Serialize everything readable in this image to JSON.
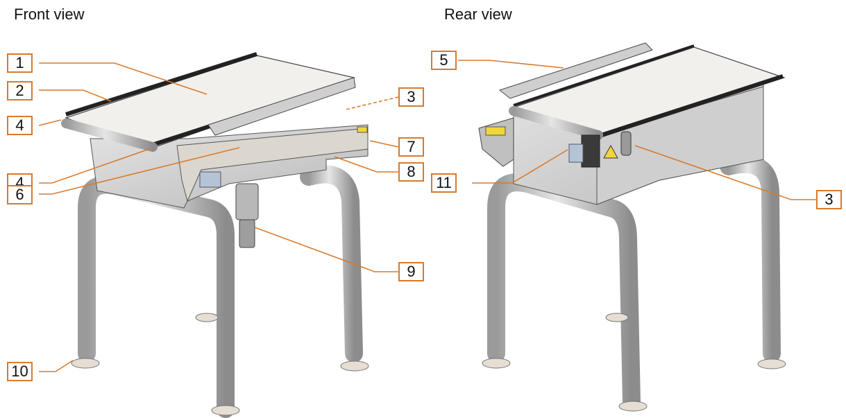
{
  "views": {
    "front": {
      "title": "Front view"
    },
    "rear": {
      "title": "Rear view"
    }
  },
  "callouts": {
    "c1": "1",
    "c2": "2",
    "c3a": "3",
    "c4a": "4",
    "c4b": "4",
    "c6": "6",
    "c7": "7",
    "c8": "8",
    "c9": "9",
    "c10": "10",
    "c5": "5",
    "c11": "11",
    "c3b": "3"
  },
  "colors": {
    "accent": "#d97a2b",
    "metal": "#c8c8c8",
    "belt": "#f0efec",
    "panel": "#dcdcdc"
  }
}
